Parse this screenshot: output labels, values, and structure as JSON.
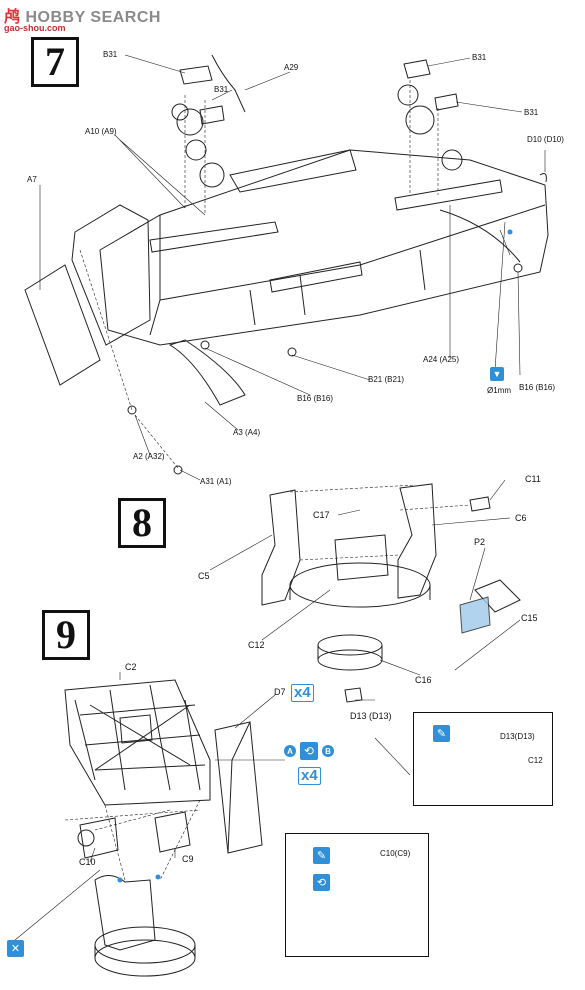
{
  "watermark": {
    "brand_cn": "鸬",
    "brand": "HOBBY SEARCH",
    "site": "gao-shou.com"
  },
  "steps": {
    "s7": "7",
    "s8": "8",
    "s9": "9"
  },
  "labels7": {
    "b31a": "B31",
    "b31b": "B31",
    "b31c": "B31",
    "b31d": "B31",
    "a29": "A29",
    "a10": "A10 (A9)",
    "a7": "A7",
    "d10": "D10 (D10)",
    "a24": "A24 (A25)",
    "b21": "B21 (B21)",
    "b16a": "B16 (B16)",
    "b16b": "B16 (B16)",
    "a3": "A3 (A4)",
    "a2": "A2 (A32)",
    "a31": "A31 (A1)",
    "drill": "Ø1mm"
  },
  "labels8": {
    "c11": "C11",
    "c17": "C17",
    "c6": "C6",
    "c5": "C5",
    "p2": "P2",
    "c15": "C15",
    "c12": "C12",
    "c16": "C16",
    "d13": "D13 (D13)"
  },
  "inset8": {
    "d13": "D13(D13)",
    "c12": "C12"
  },
  "labels9": {
    "c2": "C2",
    "d7": "D7",
    "x4a": "x4",
    "x4b": "x4",
    "symA": "A",
    "symB": "B",
    "c10": "C10",
    "c9": "C9"
  },
  "inset9": {
    "c10": "C10(C9)"
  },
  "icons": {
    "accent": "#2f8fd8"
  }
}
